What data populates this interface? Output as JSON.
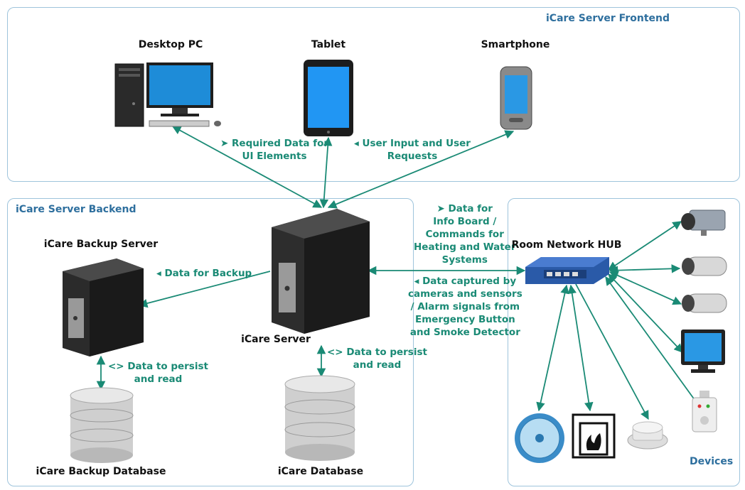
{
  "frontend": {
    "title": "iCare Server Frontend"
  },
  "backend": {
    "title": "iCare Server Backend"
  },
  "devices_group": {
    "title": "Devices"
  },
  "nodes": {
    "desktop": "Desktop PC",
    "tablet": "Tablet",
    "smartphone": "Smartphone",
    "backup_server": "iCare Backup Server",
    "server": "iCare Server",
    "hub": "Room Network HUB",
    "backup_db": "iCare Backup Database",
    "db": "iCare Database"
  },
  "edges": {
    "required_data": "➤ Required Data for\nUI Elements",
    "user_input": "◂ User Input and User\nRequests",
    "data_backup": "◂ Data for Backup",
    "info_board": "➤ Data for\nInfo Board /\nCommands for\nHeating and Water\nSystems",
    "captured": "◂ Data captured by\ncameras and sensors\n/ Alarm signals from\nEmergency Button\nand Smoke Detector",
    "persist_backup": "<> Data to persist\nand read",
    "persist_db": "<> Data to persist\nand read"
  },
  "colors": {
    "edge": "#1a8a75",
    "group_border": "#9ec4dc",
    "group_title": "#2e6f9e"
  }
}
